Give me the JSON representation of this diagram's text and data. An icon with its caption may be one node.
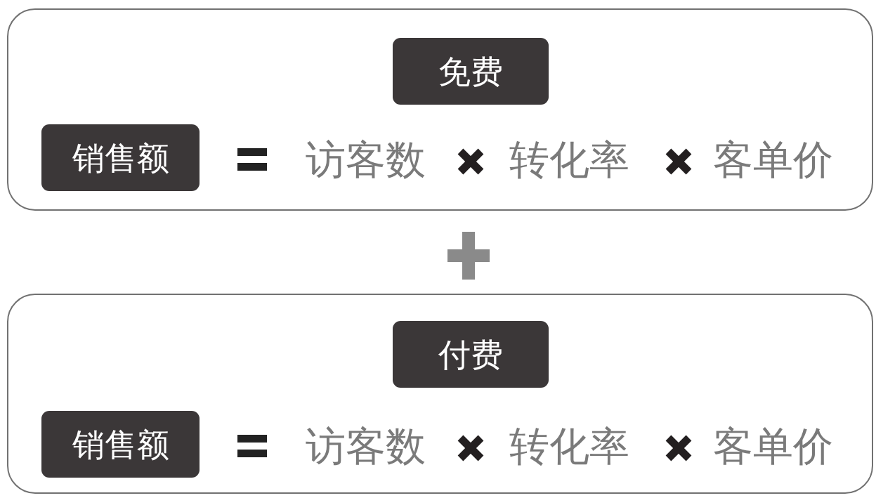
{
  "diagram": {
    "nodes": [
      {
        "text": [],
        "shape": "box"
      },
      {
        "text": [
          "免费"
        ],
        "in": 0
      },
      {
        "text": [
          "销售额"
        ],
        "in": 0
      },
      {
        "text": [],
        "shape": "box"
      },
      {
        "text": [
          "付费"
        ],
        "in": 3
      },
      {
        "text": [
          "销售额"
        ],
        "in": 3
      }
    ],
    "labels": [
      "访客数",
      "转化率",
      "客单价",
      "访客数",
      "转化率",
      "客单价"
    ]
  }
}
